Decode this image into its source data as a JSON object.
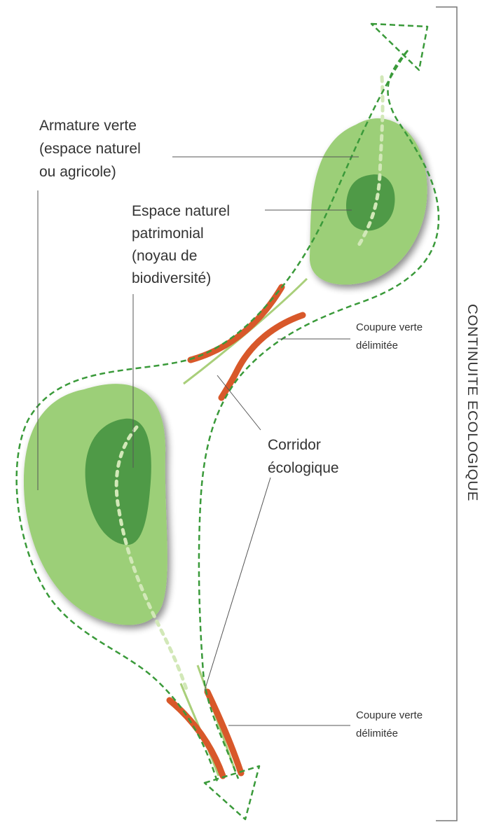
{
  "labels": {
    "armature": [
      "Armature verte",
      "(espace naturel",
      "ou agricole)"
    ],
    "patrimonial": [
      "Espace naturel",
      "patrimonial",
      "(noyau de",
      "biodiversité)"
    ],
    "corridor": [
      "Corridor",
      "écologique"
    ],
    "coupure_top": [
      "Coupure verte",
      "délimitée"
    ],
    "coupure_bottom": [
      "Coupure verte",
      "délimitée"
    ],
    "continuite": "CONTINUITE ECOLOGIQUE"
  },
  "colors": {
    "armature_green": "#9ccf78",
    "core_green": "#4f9a47",
    "dashed_outline": "#3a9a3a",
    "coupure_orange": "#d8582a",
    "corridor_line": "#a9cf7a",
    "leader_line": "#555555"
  }
}
